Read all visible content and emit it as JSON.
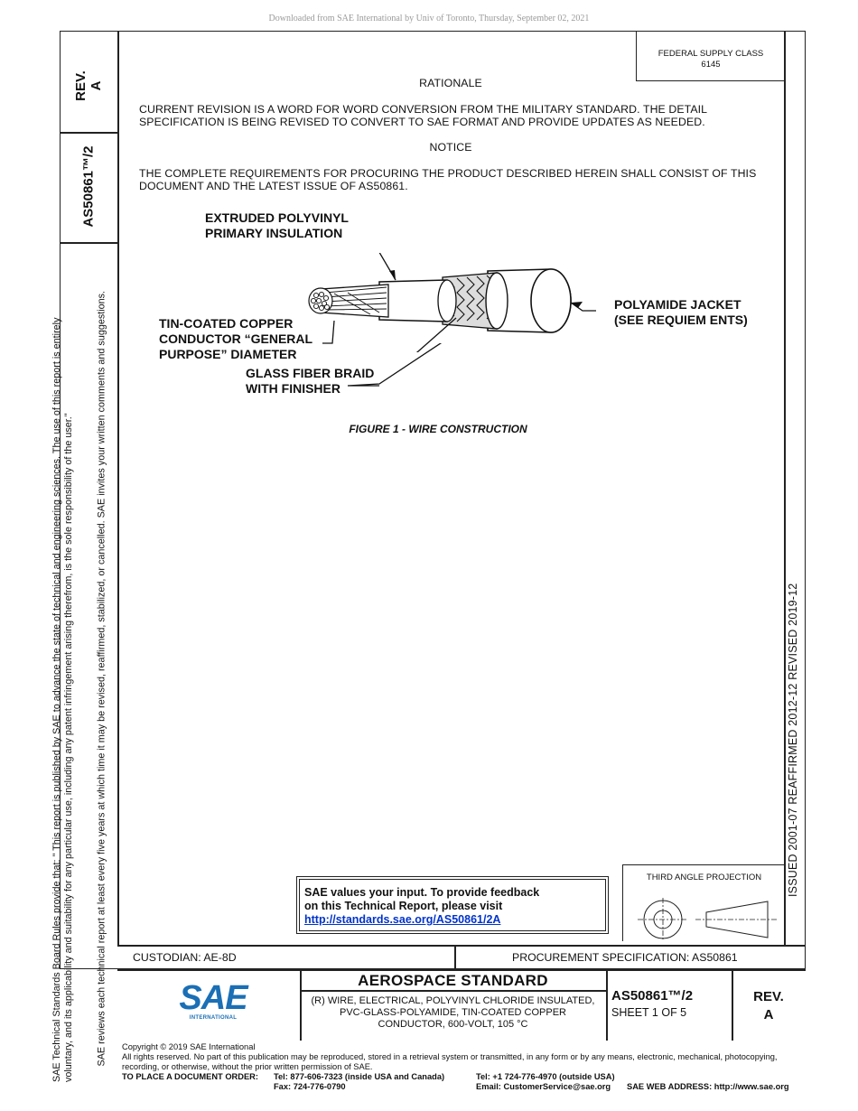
{
  "download_notice": "Downloaded from SAE International by Univ of Toronto, Thursday, September 02, 2021",
  "side_panel": {
    "rev_label": "REV.",
    "rev_value": "A",
    "doc_number": "AS50861™/2",
    "notice_line1": "SAE Technical Standards Board Rules provide that: \"  This report is published by SAE to advance the state of technical and engineering sciences. The use of this report is entirely",
    "notice_line2": "voluntary, and its applicability and suitability for any particular use, including any patent infringement arising therefrom, is the sole responsibility of the user.\"",
    "notice_line3": "SAE reviews each technical report at least every five years at which time it may be revised, reaffirmed, stabilized, or cancelled. SAE invites your written comments and suggestions."
  },
  "right_panel": {
    "history": "ISSUED 2001-07     REAFFIRMED 2012-12     REVISED 2019-12"
  },
  "supply_class": {
    "label": "FEDERAL SUPPLY CLASS",
    "value": "6145"
  },
  "rationale": {
    "heading": "RATIONALE",
    "line1": "CURRENT REVISION IS A WORD FOR WORD CONVERSION FROM THE MILITARY STANDARD. THE DETAIL",
    "line2": "SPECIFICATION IS BEING REVISED TO CONVERT TO SAE FORMAT AND PROVIDE UPDATES AS NEEDED."
  },
  "notice": {
    "heading": "NOTICE",
    "line1": "THE COMPLETE REQUIREMENTS FOR PROCURING THE PRODUCT DESCRIBED HEREIN SHALL CONSIST OF THIS",
    "line2": "DOCUMENT AND THE LATEST ISSUE OF AS50861."
  },
  "figure": {
    "callout_insulation_1": "EXTRUDED POLYVINYL",
    "callout_insulation_2": "PRIMARY INSULATION",
    "callout_jacket_1": "POLYAMIDE JACKET",
    "callout_jacket_2": "(SEE REQUIEM ENTS)",
    "callout_conductor_1": "TIN-COATED COPPER",
    "callout_conductor_2": "CONDUCTOR “GENERAL",
    "callout_conductor_3": "PURPOSE” DIAMETER",
    "callout_braid_1": "GLASS FIBER BRAID",
    "callout_braid_2": "WITH FINISHER",
    "caption": "FIGURE 1 - WIRE CONSTRUCTION"
  },
  "feedback": {
    "line1": "SAE values your input. To provide feedback",
    "line2": "on this Technical Report, please visit",
    "link": "http://standards.sae.org/AS50861/2A"
  },
  "projection": {
    "label": "THIRD ANGLE PROJECTION"
  },
  "title_block": {
    "custodian": "CUSTODIAN: AE-8D",
    "procurement": "PROCUREMENT SPECIFICATION: AS50861",
    "logo_text": "SAE",
    "logo_sub": "INTERNATIONAL",
    "standard_type": "AEROSPACE STANDARD",
    "title_line1": "(R) WIRE, ELECTRICAL, POLYVINYL CHLORIDE INSULATED,",
    "title_line2": "PVC-GLASS-POLYAMIDE, TIN-COATED COPPER",
    "title_line3": "CONDUCTOR, 600-VOLT, 105 °C",
    "doc_number": "AS50861™/2",
    "sheet": "SHEET 1 OF 5",
    "rev_label": "REV.",
    "rev_value": "A"
  },
  "footer": {
    "copyright": "Copyright © 2019 SAE International",
    "rights1": "All rights reserved. No part of this publication may be reproduced, stored in a retrieval system or transmitted, in any form or by any means, electronic, mechanical, photocopying,",
    "rights2": "recording, or otherwise, without the prior written permission of SAE.",
    "order_label": "TO PLACE A DOCUMENT ORDER:",
    "tel_us": "Tel: 877-606-7323 (inside USA and Canada)",
    "fax": "Fax: 724-776-0790",
    "tel_intl": "Tel: +1 724-776-4970 (outside USA)",
    "email": "Email: CustomerService@sae.org",
    "web": "SAE WEB ADDRESS: http://www.sae.org"
  }
}
